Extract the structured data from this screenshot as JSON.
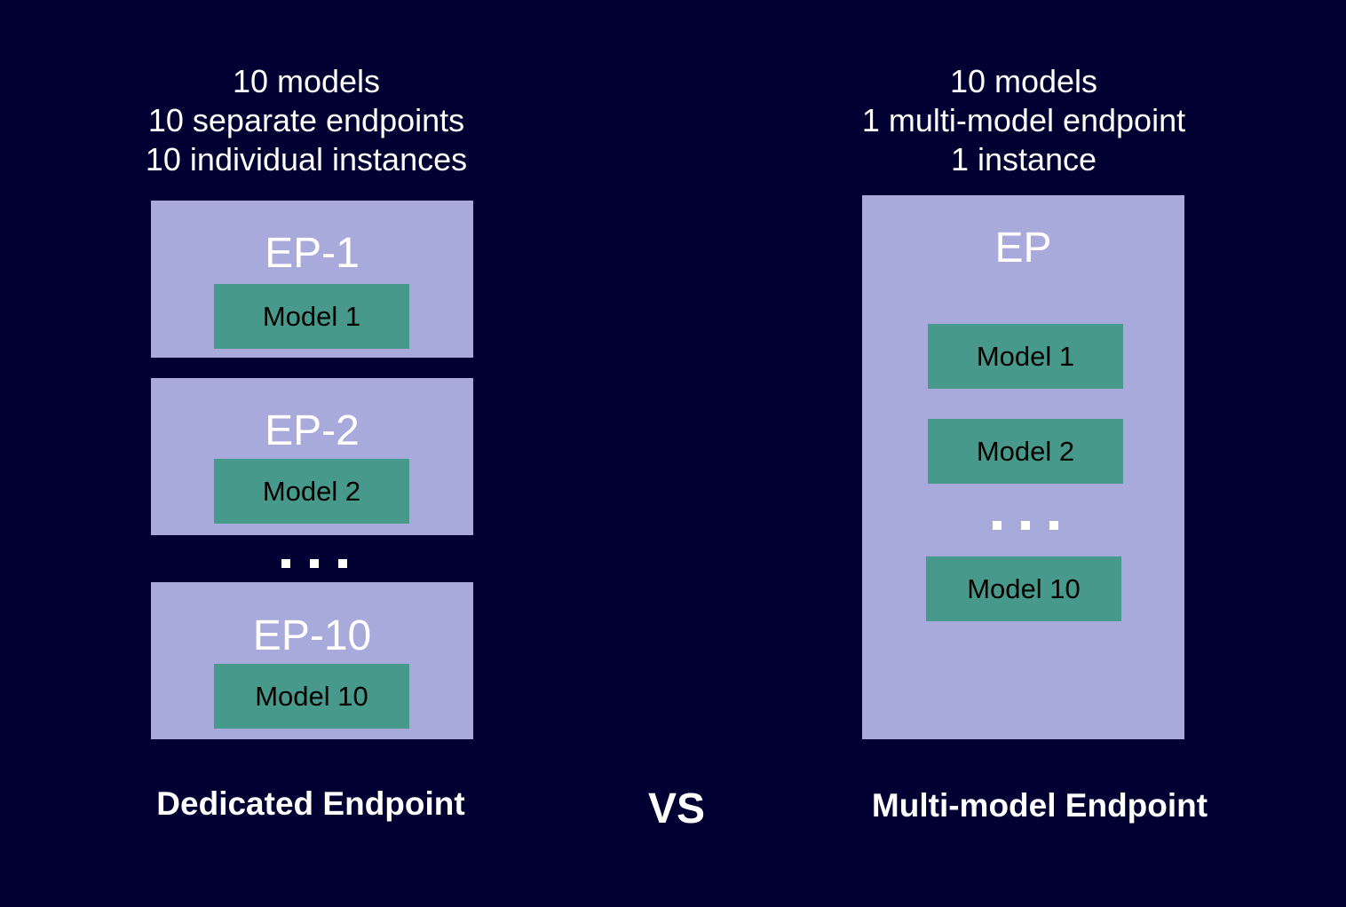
{
  "dedicated": {
    "caption": [
      "10 models",
      "10 separate endpoints",
      "10 individual instances"
    ],
    "endpoints": [
      {
        "title": "EP-1",
        "model": "Model 1"
      },
      {
        "title": "EP-2",
        "model": "Model 2"
      },
      {
        "title": "EP-10",
        "model": "Model 10"
      }
    ],
    "label": "Dedicated Endpoint"
  },
  "vs_label": "VS",
  "multi": {
    "caption": [
      "10 models",
      "1 multi-model endpoint",
      "1 instance"
    ],
    "endpoint_title": "EP",
    "models": [
      "Model 1",
      "Model 2",
      "Model 10"
    ],
    "label": "Multi-model Endpoint"
  },
  "colors": {
    "background": "#000033",
    "endpoint_fill": "#a9aadc",
    "model_fill": "#47998b",
    "text_light": "#ffffff",
    "text_dark": "#000000"
  }
}
